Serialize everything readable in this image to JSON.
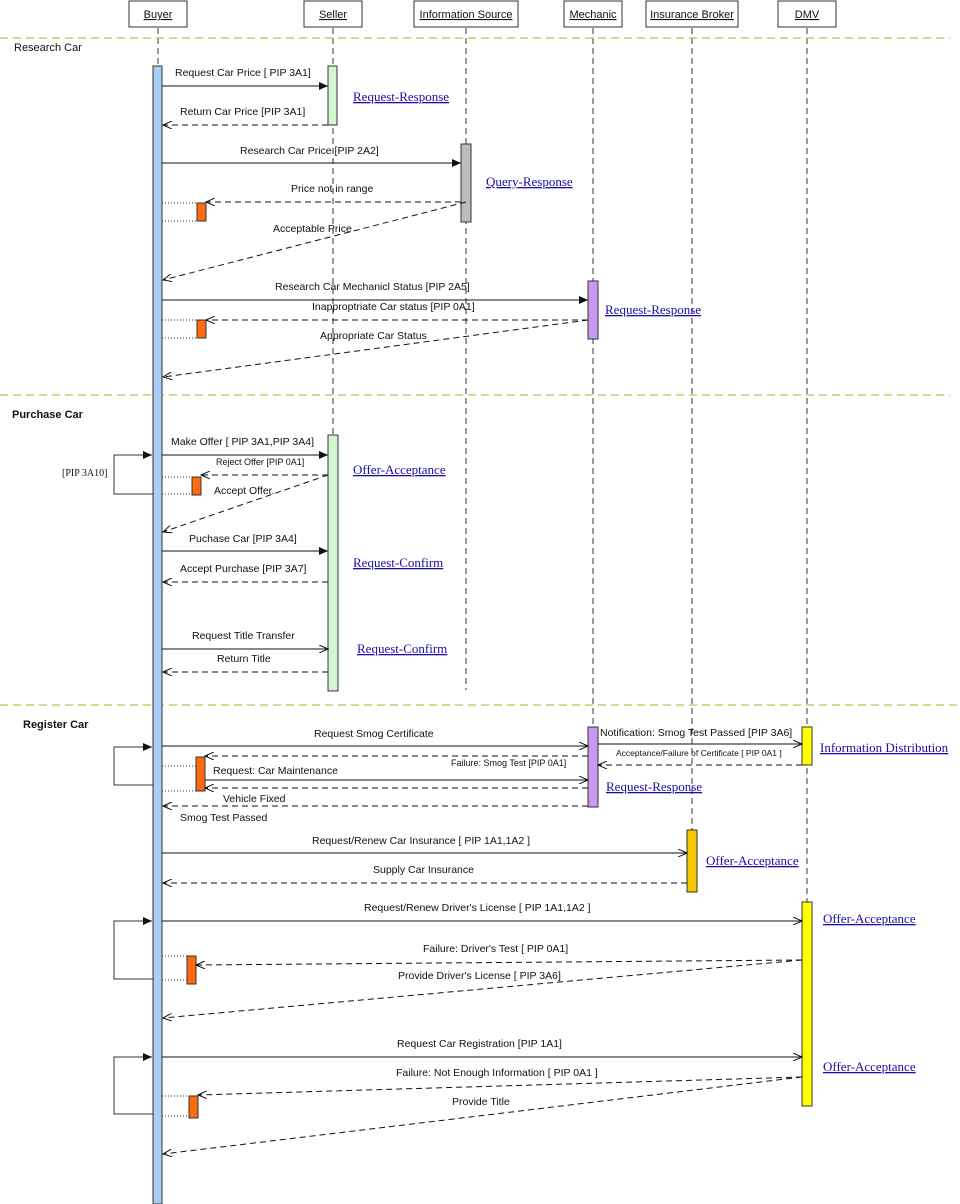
{
  "participants": [
    "Buyer",
    "Seller",
    "Information Source",
    "Mechanic",
    "Insurance Broker",
    "DMV"
  ],
  "sections": {
    "research": "Research Car",
    "purchase": "Purchase Car",
    "register": "Register Car"
  },
  "patterns": {
    "p1": "Request-Response",
    "p2": "Query-Response",
    "p3": "Request-Response",
    "p4": "Offer-Acceptance",
    "p5": "Request-Confirm",
    "p6": "Request-Confirm",
    "p7": "Information Distribution",
    "p8": "Request-Response",
    "p9": "Offer-Acceptance",
    "p10": "Offer-Acceptance",
    "p11": "Offer-Acceptance"
  },
  "messages": {
    "m1": "Request Car Price [ PIP 3A1]",
    "m2": "Return Car Price [PIP 3A1]",
    "m3": "Research Car Price [PIP 2A2]",
    "m4": "Price not in range",
    "m5": "Acceptable Price",
    "m6": "Research Car Mechanicl Status [PIP 2A5]",
    "m7": "Inapproptriate Car status [PIP 0A1]",
    "m8": "Appropriate Car Status",
    "m9": "Make Offer [ PIP 3A1,PIP 3A4]",
    "m10": "Reject Offer [PIP 0A1]",
    "m11": "Accept Offer.",
    "m12": "Puchase Car [PIP 3A4]",
    "m13": "Accept Purchase [PIP 3A7]",
    "m14": "Request Title Transfer",
    "m15": "Return Title",
    "m16": "Request Smog Certificate",
    "m17": "Notification: Smog Test Passed [PIP 3A6]",
    "m18": "Acceptance/Failure of Certificate [ PIP 0A1 ]",
    "m19": "Failure: Smog Test [PIP 0A1]",
    "m20": "Request: Car Maintenance",
    "m21": "Vehicle Fixed",
    "m22": "Smog Test Passed",
    "m23": "Request/Renew Car Insurance  [ PIP 1A1,1A2 ]",
    "m24": "Supply Car Insurance",
    "m25": "Request/Renew  Driver's License [ PIP 1A1,1A2 ]",
    "m26": "Failure: Driver's Test [ PIP 0A1]",
    "m27": "Provide Driver's License [ PIP 3A6]",
    "m28": "Request Car Registration [PIP 1A1]",
    "m29": "Failure: Not Enough Information [ PIP 0A1 ]",
    "m30": "Provide Title"
  },
  "loop_note": "[PIP 3A10]",
  "colors": {
    "buyer_activation": "#a9cdf5",
    "seller_activation": "#d3f5cf",
    "info_source_activation": "#bdbdbd",
    "mechanic_activation": "#c79af0",
    "insurance_activation": "#f5c800",
    "dmv_activation": "#ffff00",
    "failure_box": "#ff6a10",
    "section_divider": "#a8cf4a",
    "pattern_link": "#1a0dab"
  }
}
